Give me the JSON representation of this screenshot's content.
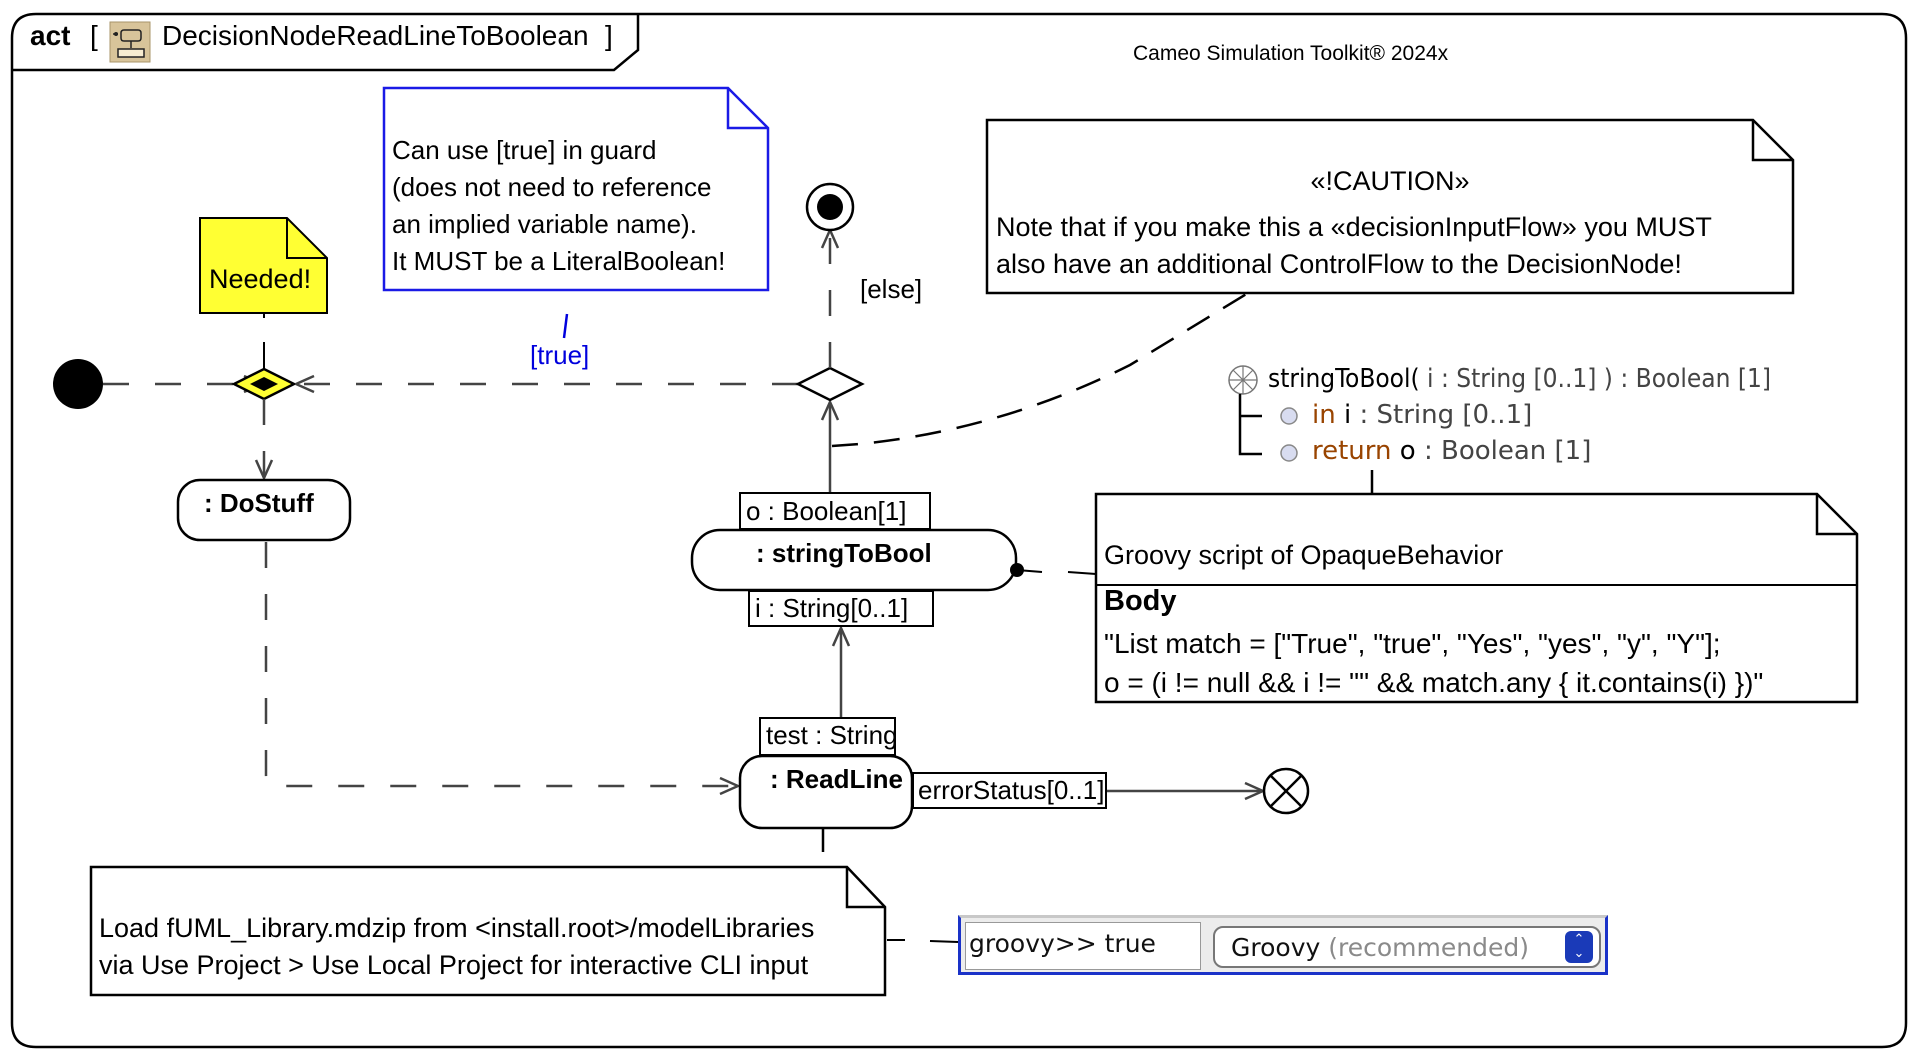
{
  "frame": {
    "keyword": "act",
    "open_bracket": "[",
    "name": "DecisionNodeReadLineToBoolean",
    "close_bracket": "]",
    "icon": "activity-diagram-icon"
  },
  "toolkit_label": "Cameo Simulation Toolkit® 2024x",
  "notes": {
    "guard_note": {
      "lines": [
        "Can use [true] in guard",
        "(does not need to reference",
        "an implied variable name).",
        "It MUST be a LiteralBoolean!"
      ],
      "border_color": "#1a1ae6"
    },
    "needed_note": {
      "text": "Needed!",
      "fill_color": "#ffff33"
    },
    "caution_note": {
      "stereotype": "«!CAUTION»",
      "lines": [
        "Note that if you make this a «decisionInputFlow» you MUST",
        "also have an additional ControlFlow to the DecisionNode!"
      ]
    },
    "groovy_note": {
      "title": "Groovy script of OpaqueBehavior",
      "body_heading": "Body",
      "body_lines": [
        "\"List match = [\"True\", \"true\", \"Yes\", \"yes\", \"y\", \"Y\"];",
        "o = (i != null && i != \"\" && match.any { it.contains(i) })\""
      ]
    },
    "load_note": {
      "lines": [
        "Load fUML_Library.mdzip from <install.root>/modelLibraries",
        "via Use Project > Use Local Project for interactive CLI input"
      ]
    }
  },
  "guards": {
    "true_guard": "[true]",
    "else_guard": "[else]"
  },
  "actions": {
    "do_stuff": {
      "label": ": DoStuff"
    },
    "string_to_bool": {
      "label": ": stringToBool",
      "output_pin": "o : Boolean[1]",
      "input_pin": "i : String[0..1]"
    },
    "read_line": {
      "label": ": ReadLine",
      "output_pin": "test : String",
      "error_pin": "errorStatus[0..1]"
    }
  },
  "operation": {
    "icon": "opaque-behavior-icon",
    "signature_name": "stringToBool(",
    "signature_rest": " i : String [0..1] ) : Boolean [1]",
    "params": [
      {
        "direction": "in",
        "name": "i",
        "type": " : String [0..1]"
      },
      {
        "direction": "return",
        "name": "o",
        "type": " : Boolean [1]"
      }
    ]
  },
  "console": {
    "input_value": "groovy>> true",
    "language_selected": "Groovy",
    "language_hint": "(recommended)",
    "accent_color": "#1a32c8"
  },
  "colors": {
    "guard_blue": "#0000dd",
    "param_keyword": "#994400",
    "needed_fill": "#ffff33"
  }
}
